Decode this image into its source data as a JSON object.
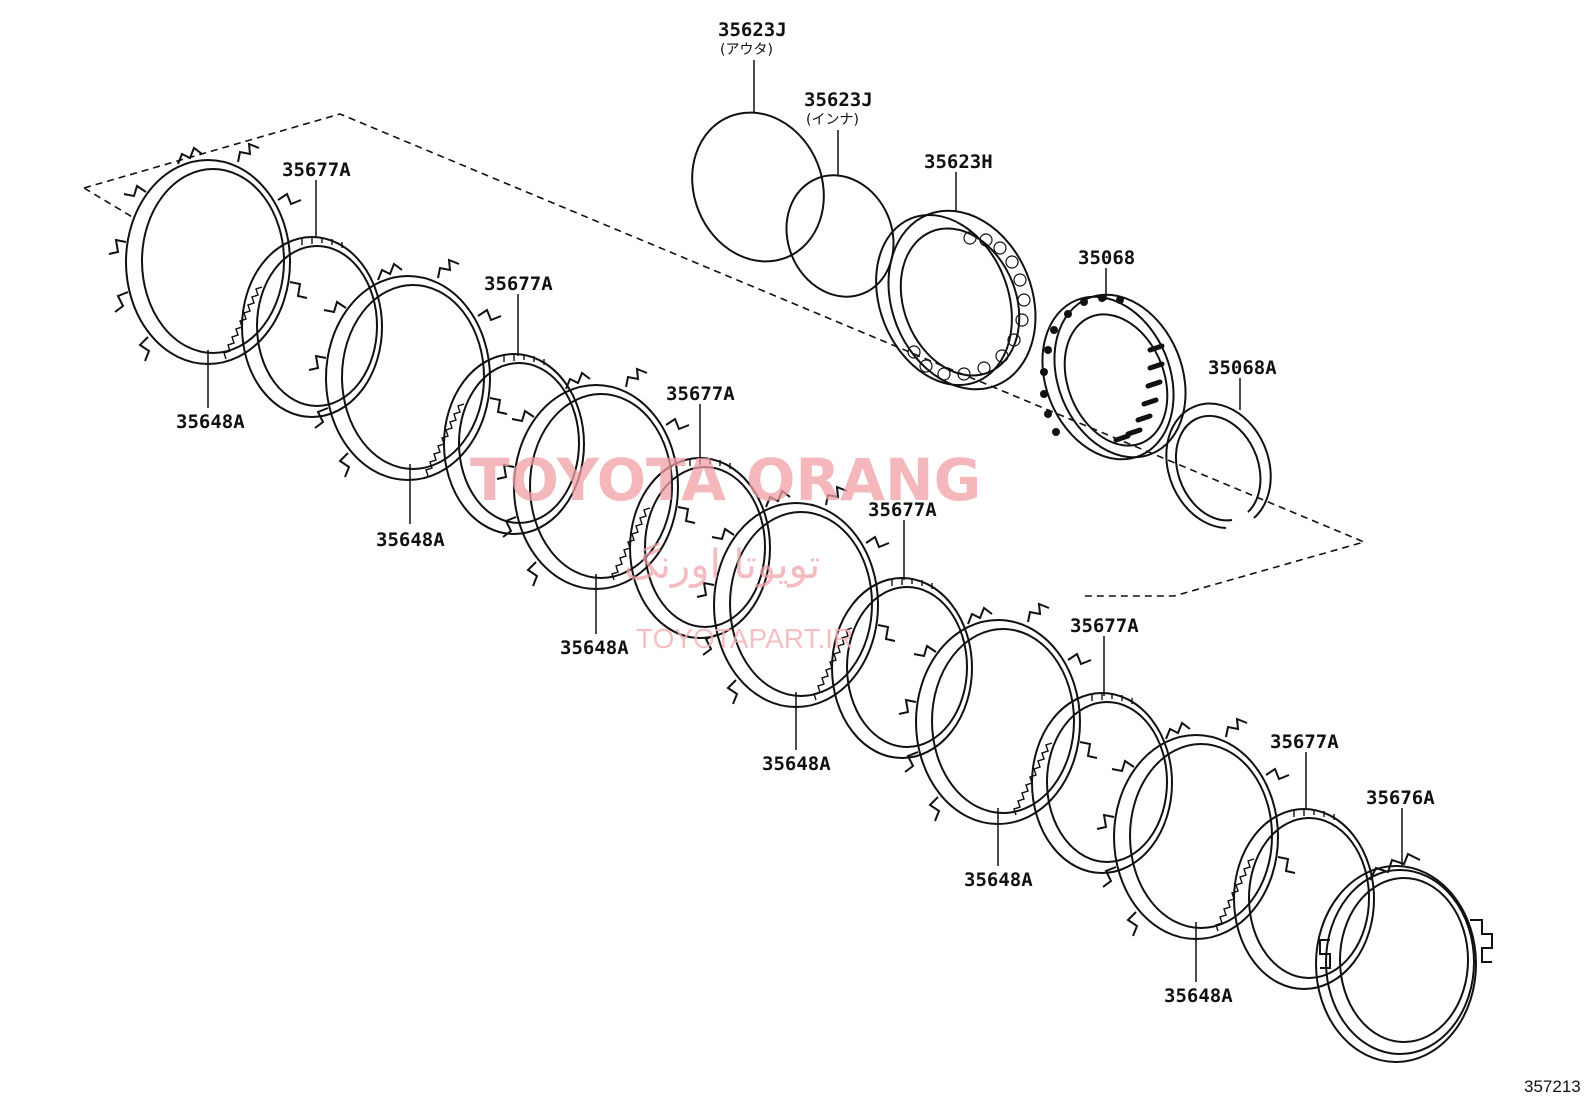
{
  "diagram_id": "357213",
  "watermark": {
    "main": "TOYOTA ORANG",
    "persian": "تویوتا اورنگ",
    "site": "TOYOTAPART.IR"
  },
  "labels": {
    "outer_ring": "35623J",
    "outer_ring_note": "(アウタ)",
    "inner_ring": "35623J",
    "inner_ring_note": "(インナ)",
    "oneway_race": "35623H",
    "oneway_clutch": "35068",
    "snap_ring": "35068A",
    "clutch_disc": "35677A",
    "clutch_plate": "35648A",
    "flange": "35676A"
  }
}
